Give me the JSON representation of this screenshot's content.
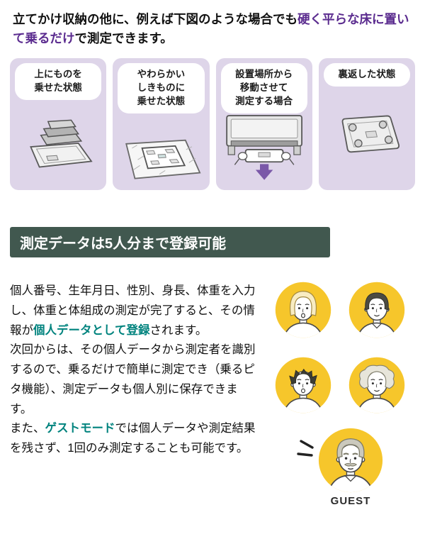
{
  "intro": {
    "part1": "立てかけ収納の他に、例えば下図のような場合でも",
    "highlight": "硬く平らな床に置いて乗るだけ",
    "part2": "で測定できます。"
  },
  "cases": [
    {
      "label": "上にものを\n乗せた状態",
      "icon": "scale-with-items-icon"
    },
    {
      "label": "やわらかい\nしきものに\n乗せた状態",
      "icon": "scale-on-soft-mat-icon"
    },
    {
      "label": "設置場所から\n移動させて\n測定する場合",
      "icon": "scale-pulled-out-icon"
    },
    {
      "label": "裏返した状態",
      "icon": "scale-upside-down-icon"
    }
  ],
  "section": {
    "title": "測定データは5人分まで登録可能"
  },
  "body": {
    "p1a": "個人番号、生年月日、性別、身長、体重を入力し、体重と体組成の測定が完了すると、その情報が",
    "p1b": "個人データとして登録",
    "p1c": "されます。",
    "p2": "次回からは、その個人データから測定者を識別するので、乗るだけで簡単に測定でき（乗るピタ機能）、測定データも個人別に保存できます。",
    "p3a": "また、",
    "p3b": "ゲストモード",
    "p3c": "では個人データや測定結果を残さず、1回のみ測定することも可能です。"
  },
  "guest_label": "GUEST",
  "colors": {
    "accent_purple": "#5b2c8f",
    "card_bg": "#ded5e9",
    "header_bg": "#41584f",
    "accent_teal": "#00837e",
    "avatar_yellow": "#f6c62b"
  }
}
